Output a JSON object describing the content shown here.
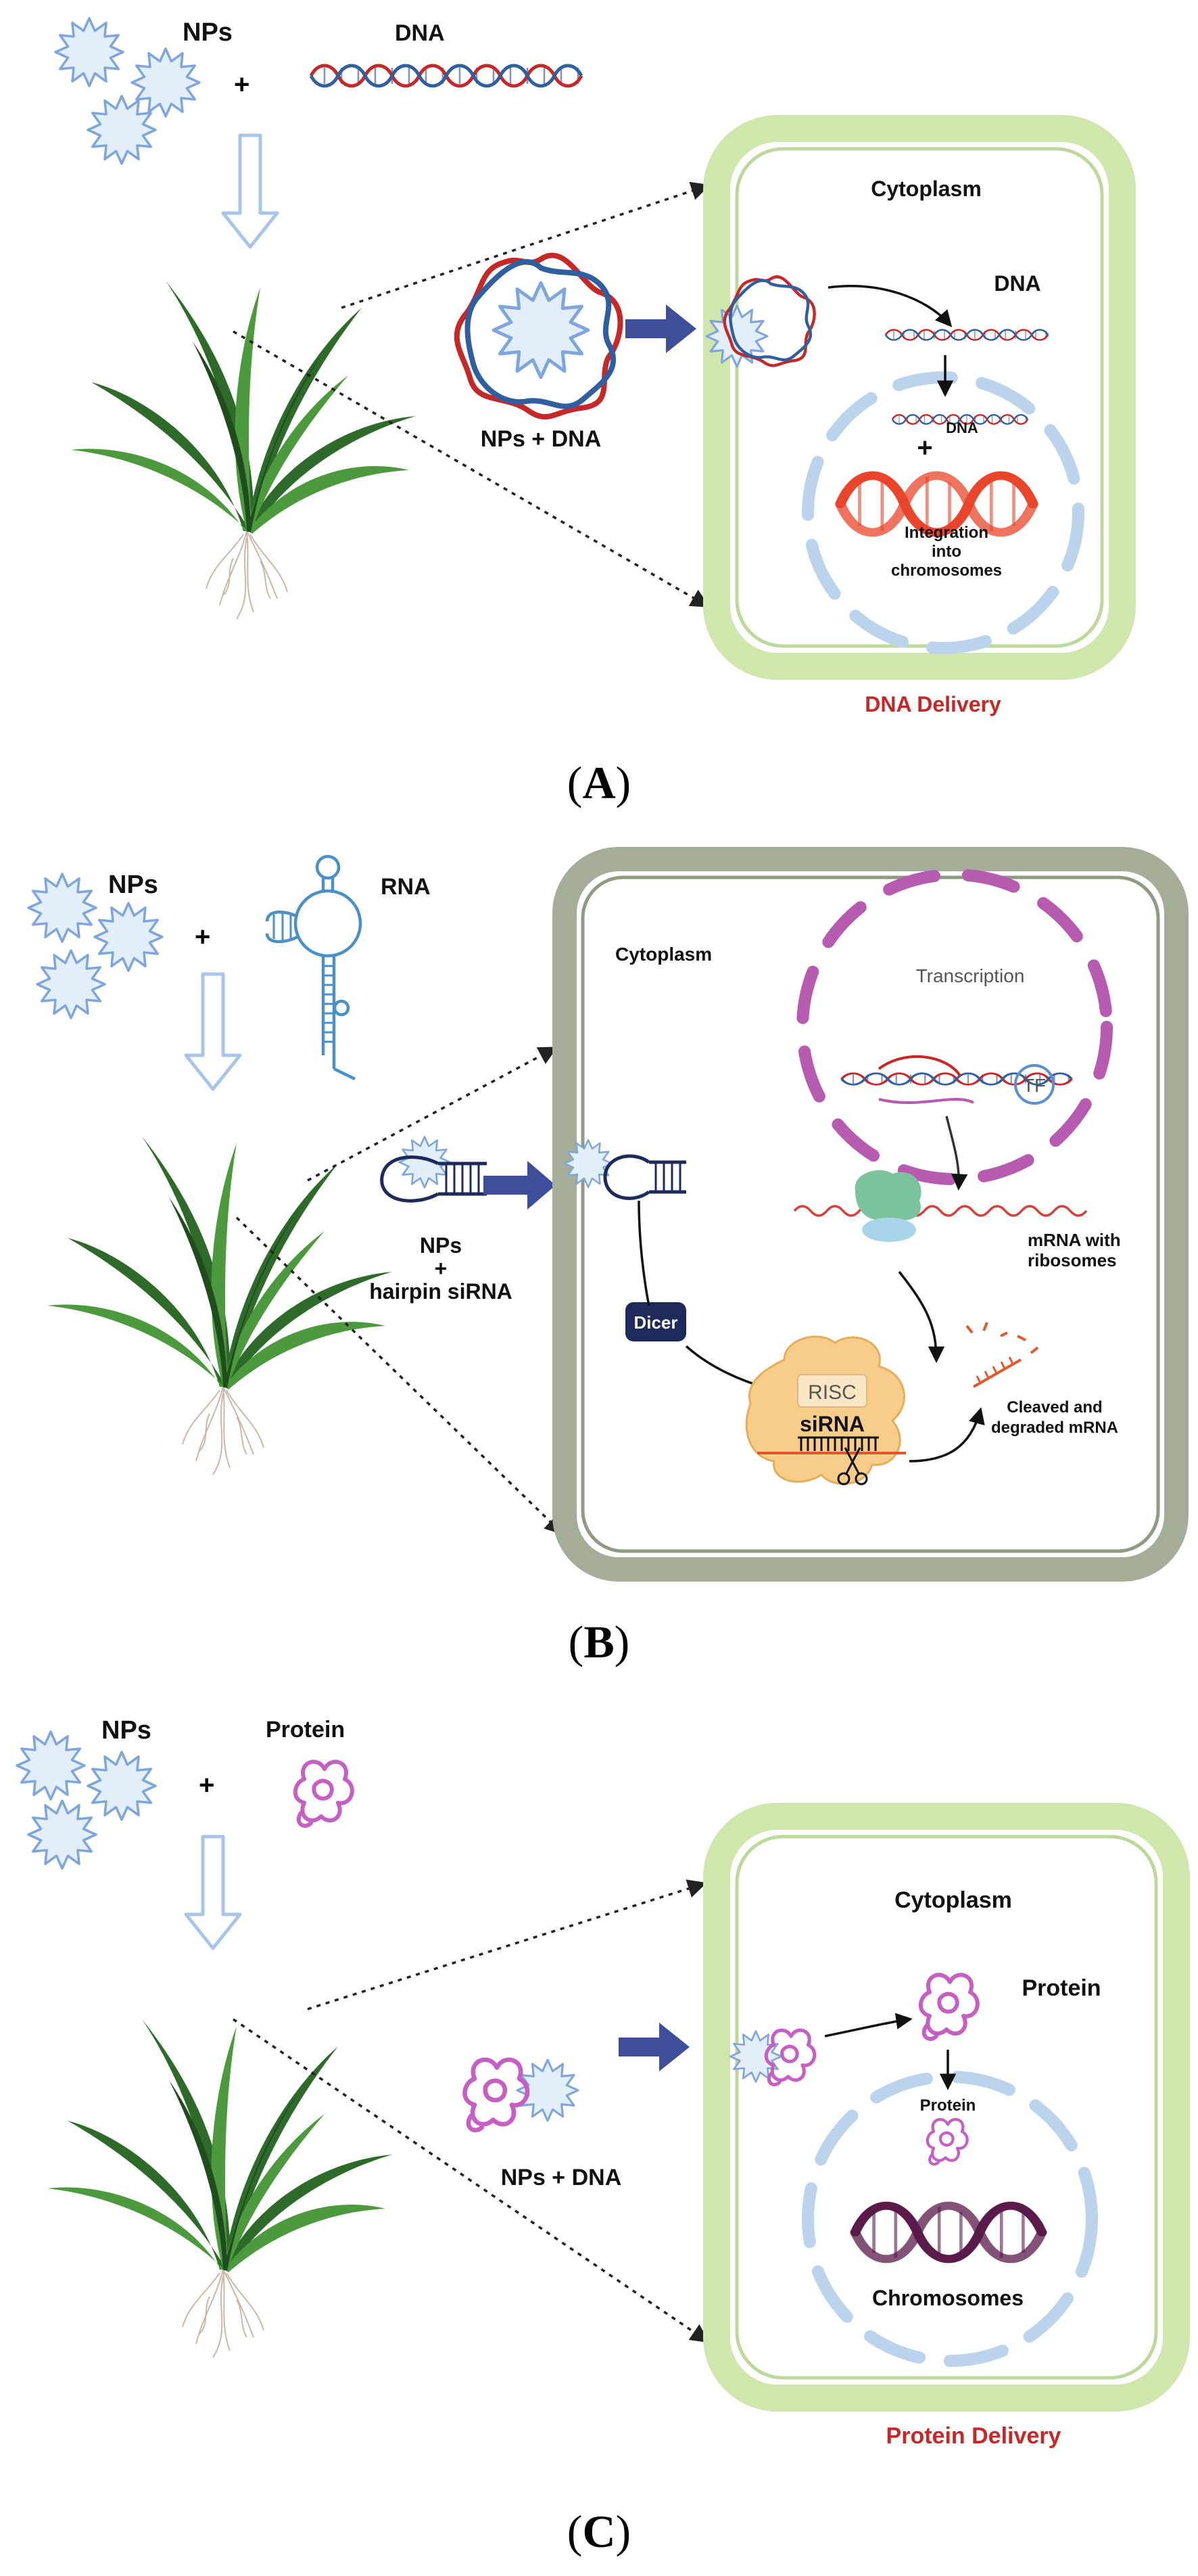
{
  "panels": {
    "a": {
      "label_nps": "NPs",
      "label_cargo": "DNA",
      "plus": "+",
      "complex_label": "NPs + DNA",
      "cytoplasm": "Cytoplasm",
      "dna_label": "DNA",
      "nucleus_dna": "DNA",
      "nucleus_plus": "+",
      "integration_1": "Integration",
      "integration_2": "into",
      "integration_3": "chromosomes",
      "delivery": "DNA Delivery",
      "caption_open": "(",
      "caption_letter": "A",
      "caption_close": ")"
    },
    "b": {
      "label_nps": "NPs",
      "label_cargo": "RNA",
      "plus": "+",
      "complex_1": "NPs",
      "complex_2": "+",
      "complex_3": "hairpin siRNA",
      "cytoplasm": "Cytoplasm",
      "transcription": "Transcription",
      "tf": "TF",
      "mrna_1": "mRNA with",
      "mrna_2": "ribosomes",
      "dicer": "Dicer",
      "risc": "RISC",
      "sirna": "siRNA",
      "cleaved_1": "Cleaved and",
      "cleaved_2": "degraded mRNA",
      "caption_open": "(",
      "caption_letter": "B",
      "caption_close": ")"
    },
    "c": {
      "label_nps": "NPs",
      "label_cargo": "Protein",
      "plus": "+",
      "complex_label": "NPs + DNA",
      "cytoplasm": "Cytoplasm",
      "protein_label": "Protein",
      "nucleus_protein": "Protein",
      "chromosomes": "Chromosomes",
      "delivery": "Protein Delivery",
      "caption_open": "(",
      "caption_letter": "C",
      "caption_close": ")"
    }
  },
  "colors": {
    "np_fill": "#e3eefb",
    "np_stroke": "#7ea6dc",
    "arrow_light": "#a9c4ea",
    "arrow_dark": "#3f4e9a",
    "cell_light": "#cfe6ad",
    "cell_grey": "#a3ad97",
    "dna_red": "#c62828",
    "dna_blue": "#2f5f9f",
    "protein": "#c65fc3",
    "delivery_text": "#c62828",
    "plant_green": "#2e6b2b"
  }
}
